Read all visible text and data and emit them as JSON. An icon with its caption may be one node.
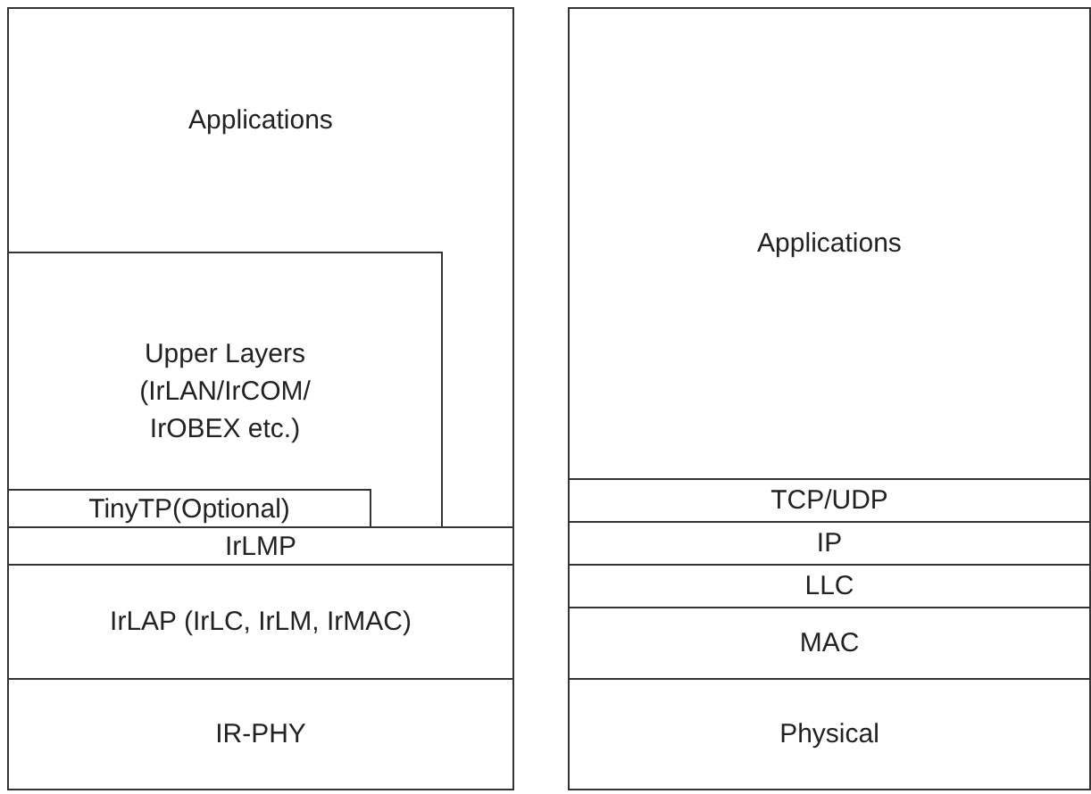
{
  "diagram": {
    "nodes": [
      {
        "text": [
          "Applications"
        ]
      },
      {
        "text": [
          "Upper Layers (IrLAN/IrCOM/ IrOBEX etc.)"
        ],
        "in": 0
      },
      {
        "text": [
          "TinyTP(Optional)"
        ],
        "in": 1
      },
      {
        "text": [
          "IrLMP"
        ]
      },
      {
        "text": [
          "IrLAP (IrLC, IrLM, IrMAC)"
        ]
      },
      {
        "text": [
          "IR-PHY"
        ]
      },
      {
        "text": [
          "Applications"
        ]
      },
      {
        "text": [
          "TCP/UDP"
        ]
      },
      {
        "text": [
          "IP"
        ]
      },
      {
        "text": [
          "LLC"
        ]
      },
      {
        "text": [
          "MAC"
        ]
      },
      {
        "text": [
          "Physical"
        ]
      }
    ]
  }
}
